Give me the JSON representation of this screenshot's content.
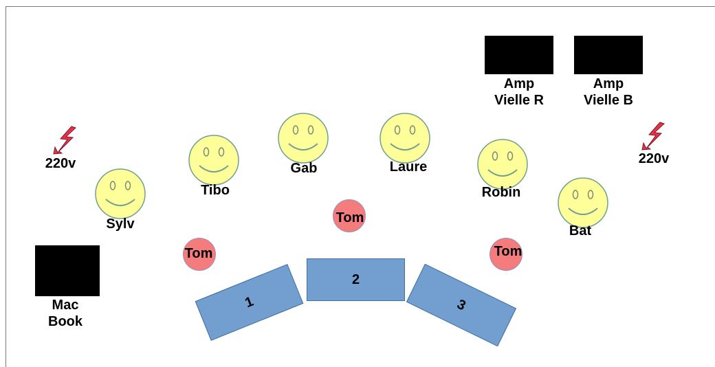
{
  "colors": {
    "face": "#ffff99",
    "tom": "#f47c7c",
    "stand": "#729fcf",
    "equipment": "#000000",
    "power": "#c0203a"
  },
  "equipment": {
    "amp_vielle_r": {
      "line1": "Amp",
      "line2": "Vielle R"
    },
    "amp_vielle_b": {
      "line1": "Amp",
      "line2": "Vielle B"
    },
    "macbook": {
      "line1": "Mac",
      "line2": "Book"
    }
  },
  "power": {
    "left": "220v",
    "right": "220v"
  },
  "musicians": {
    "sylv": "Sylv",
    "tibo": "Tibo",
    "gab": "Gab",
    "laure": "Laure",
    "robin": "Robin",
    "bat": "Bat"
  },
  "toms": {
    "left": "Tom",
    "center": "Tom",
    "right": "Tom"
  },
  "stands": {
    "one": "1",
    "two": "2",
    "three": "3"
  },
  "icons": {
    "face": "smiley-face-icon",
    "power": "lightning-bolt-icon"
  }
}
